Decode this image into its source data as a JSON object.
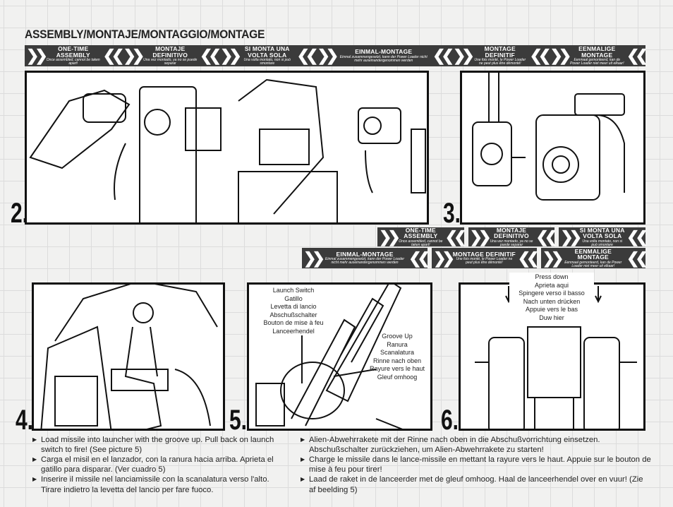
{
  "title": "ASSEMBLY/MONTAJE/MONTAGGIO/MONTAGE",
  "badges": [
    {
      "heading": "ONE-TIME ASSEMBLY",
      "sub": "Once assembled, cannot be taken apart!"
    },
    {
      "heading": "MONTAJE DEFINITIVO",
      "sub": "Una vez montado, ya no se puede separar"
    },
    {
      "heading": "SI MONTA UNA VOLTA SOLA",
      "sub": "Una volta montato, non si può smontare"
    },
    {
      "heading": "EINMAL-MONTAGE",
      "sub": "Einmal zusammengesetzt, kann der Power Loader nicht mehr auseinandergenommen werden"
    },
    {
      "heading": "MONTAGE DEFINITIF",
      "sub": "Une fois monté, le Power Loader ne peut plus être démonté!"
    },
    {
      "heading": "EENMALIGE MONTAGE",
      "sub": "Eenmaal gemonteerd, kan de Power Loader niet meer uit elkaar!"
    }
  ],
  "steps": {
    "s2": "2.",
    "s3": "3.",
    "s4": "4.",
    "s5": "5.",
    "s6": "6."
  },
  "labels": {
    "launch_switch": [
      "Launch Switch",
      "Gatillo",
      "Levetta di lancio",
      "Abschußschalter",
      "Bouton de mise à feu",
      "Lanceerhendel"
    ],
    "groove_up": [
      "Groove Up",
      "Ranura",
      "Scanalatura",
      "Rinne nach oben",
      "Rayure vers le haut",
      "Gleuf omhoog"
    ],
    "press_down": [
      "Press down",
      "Aprieta aqui",
      "Spingere verso il basso",
      "Nach unten drücken",
      "Appuie vers le bas",
      "Duw hier"
    ]
  },
  "instructions": [
    "Load missile into launcher with the groove up. Pull back on launch switch to fire! (See picture 5)",
    "Carga el misil en el lanzador, con la ranura hacia arriba. Aprieta el gatillo para disparar. (Ver cuadro 5)",
    "Inserire il missile nel lanciamissile con la scanalatura verso l'alto. Tirare indietro la levetta del lancio per fare fuoco.",
    "Alien-Abwehrrakete mit der Rinne nach oben in die Abschußvorrichtung einsetzen. Abschußschalter zurückziehen, um Alien-Abwehrrakete zu starten!",
    "Charge le missile dans le lance-missile en mettant la rayure vers le haut. Appuie sur le bouton de mise à feu pour tirer!",
    "Laad de raket in de lanceerder met de gleuf omhoog. Haal de lanceerhendel over en vuur! (Zie af beelding 5)"
  ]
}
